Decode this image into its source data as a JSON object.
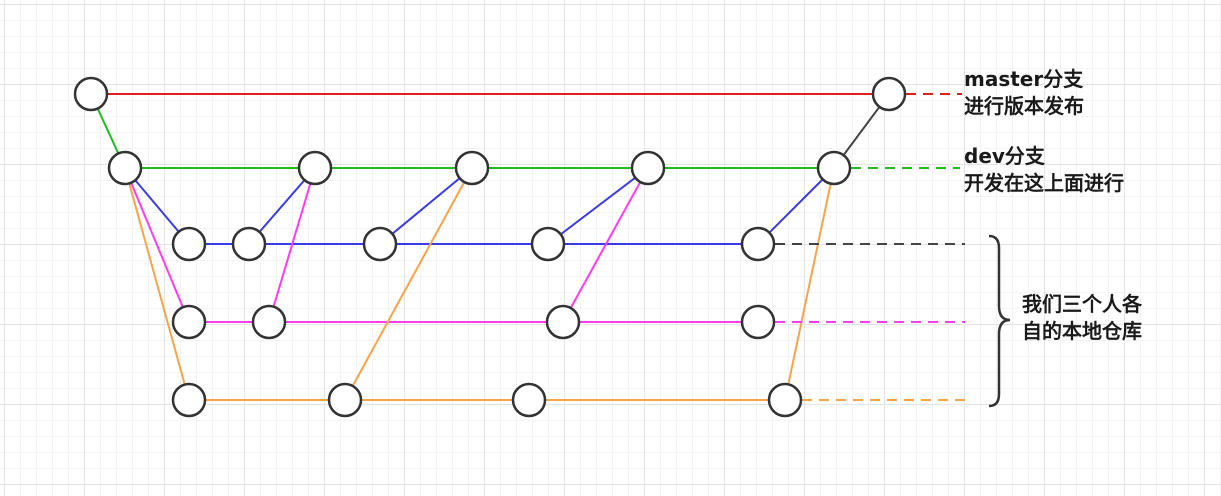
{
  "labels": {
    "master": {
      "line1": "master分支",
      "line2": "进行版本发布"
    },
    "dev": {
      "line1": "dev分支",
      "line2": "开发在这上面进行"
    },
    "local": {
      "line1": "我们三个人各",
      "line2": "自的本地仓库"
    }
  },
  "colors": {
    "master": "#e01f1f",
    "dev": "#22bb22",
    "blue": "#3a3ae6",
    "pink": "#ff3cf0",
    "orange": "#f7a44a",
    "dark": "#444444",
    "node_fill": "#ffffff",
    "node_stroke": "#333333"
  }
}
